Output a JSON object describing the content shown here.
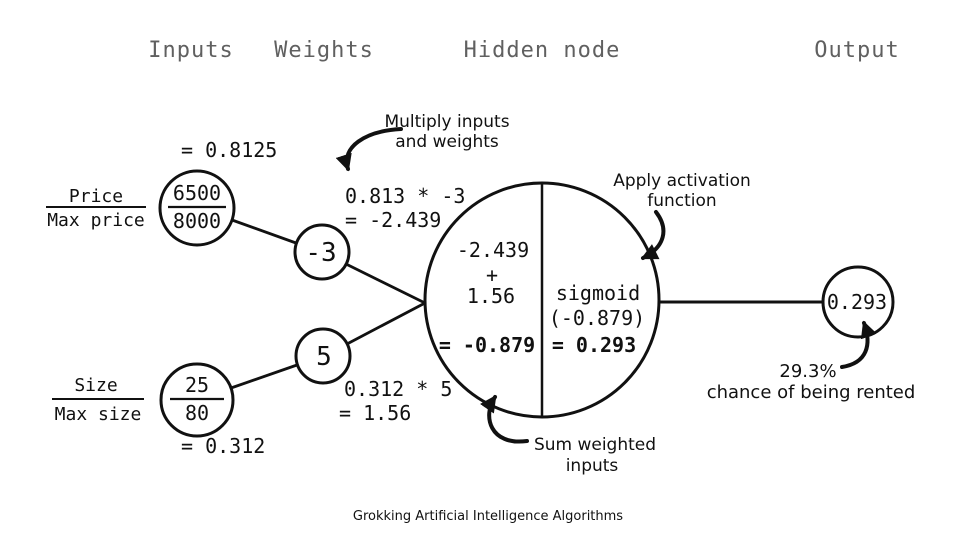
{
  "colors": {
    "ink": "#111111",
    "header_gray": "#606060",
    "background": "#ffffff"
  },
  "headers": {
    "inputs": "Inputs",
    "weights": "Weights",
    "hidden_node": "Hidden node",
    "output": "Output"
  },
  "price_input": {
    "result": "= 0.8125",
    "label_numerator": "Price",
    "label_denominator": "Max price",
    "value_numerator": "6500",
    "value_denominator": "8000"
  },
  "size_input": {
    "result": "= 0.312",
    "label_numerator": "Size",
    "label_denominator": "Max size",
    "value_numerator": "25",
    "value_denominator": "80"
  },
  "weights": {
    "price_weight": "-3",
    "size_weight": "5"
  },
  "multiply_annotation": {
    "line1": "Multiply inputs",
    "line2": "and weights"
  },
  "calculations": {
    "price_calc": {
      "line1": "0.813 * -3",
      "line2": "= -2.439"
    },
    "size_calc": {
      "line1": "0.312 * 5",
      "line2": "= 1.56"
    }
  },
  "hidden_node": {
    "sum": {
      "line1": "-2.439",
      "line2": "+",
      "line3": "1.56",
      "result": "= -0.879"
    },
    "activation": {
      "line1": "sigmoid",
      "line2": "(-0.879)",
      "result": "= 0.293"
    }
  },
  "annotations": {
    "apply_activation": {
      "line1": "Apply activation",
      "line2": "function"
    },
    "sum_weighted": {
      "line1": "Sum weighted",
      "line2": "inputs"
    }
  },
  "output_node": {
    "value": "0.293",
    "caption_line1": "29.3%",
    "caption_line2": "chance of being rented"
  },
  "footer": "Grokking Artificial Intelligence Algorithms"
}
